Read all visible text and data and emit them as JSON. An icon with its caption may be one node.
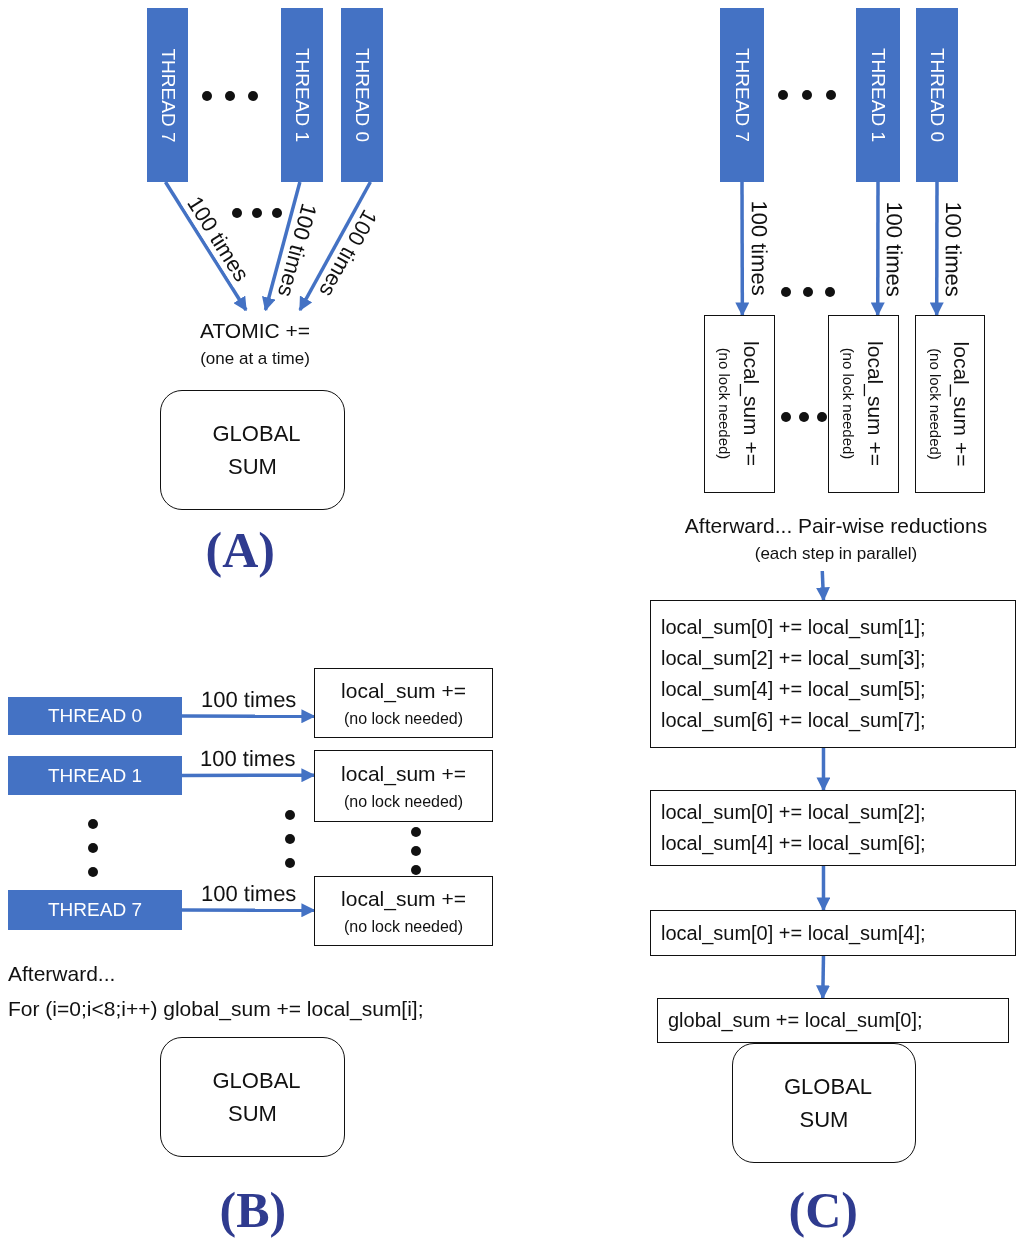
{
  "diagram": {
    "nodes": [
      {
        "text": [
          "THREAD 7"
        ]
      },
      {
        "text": [
          "THREAD 1"
        ]
      },
      {
        "text": [
          "THREAD 0"
        ]
      },
      {
        "text": [
          "ATOMIC +=",
          "(one at a time)"
        ]
      },
      {
        "text": [
          "GLOBAL SUM"
        ]
      },
      {
        "text": [
          "THREAD 7"
        ]
      },
      {
        "text": [
          "THREAD 1"
        ]
      },
      {
        "text": [
          "THREAD 0"
        ]
      },
      {
        "text": [
          "local_sum +=",
          "(no lock needed)"
        ]
      },
      {
        "text": [
          "local_sum +=",
          "(no lock needed)"
        ]
      },
      {
        "text": [
          "local_sum +=",
          "(no lock needed)"
        ]
      },
      {
        "text": [
          "Afterward... Pair-wise reductions",
          "(each step in parallel)"
        ]
      },
      {
        "text": [
          "local_sum[0] += local_sum[1];",
          "local_sum[2] += local_sum[3];",
          "local_sum[4] += local_sum[5];",
          "local_sum[6] += local_sum[7];"
        ]
      },
      {
        "text": [
          "local_sum[0] += local_sum[2];",
          "local_sum[4] += local_sum[6];"
        ]
      },
      {
        "text": [
          "local_sum[0] += local_sum[4];"
        ]
      },
      {
        "text": [
          "global_sum += local_sum[0];"
        ]
      },
      {
        "text": [
          "GLOBAL SUM"
        ]
      },
      {
        "text": [
          "THREAD 0"
        ]
      },
      {
        "text": [
          "local_sum +=",
          "(no lock needed)"
        ]
      },
      {
        "text": [
          "THREAD 1"
        ]
      },
      {
        "text": [
          "local_sum +=",
          "(no lock needed)"
        ]
      },
      {
        "text": [
          "THREAD 7"
        ]
      },
      {
        "text": [
          "local_sum +=",
          "(no lock needed)"
        ]
      },
      {
        "text": [
          "GLOBAL SUM"
        ]
      }
    ],
    "edges": [
      {
        "from": 0,
        "to": 3,
        "arrow": "to",
        "label": "100 times"
      },
      {
        "from": 1,
        "to": 3,
        "arrow": "to",
        "label": "100 times"
      },
      {
        "from": 2,
        "to": 3,
        "arrow": "to",
        "label": "100 times"
      },
      {
        "from": 5,
        "to": 8,
        "arrow": "to",
        "label": "100 times"
      },
      {
        "from": 6,
        "to": 9,
        "arrow": "to",
        "label": "100 times"
      },
      {
        "from": 7,
        "to": 10,
        "arrow": "to",
        "label": "100 times"
      },
      {
        "from": 11,
        "to": 12,
        "arrow": "to"
      },
      {
        "from": 12,
        "to": 13,
        "arrow": "to"
      },
      {
        "from": 13,
        "to": 14,
        "arrow": "to"
      },
      {
        "from": 14,
        "to": 15,
        "arrow": "to"
      },
      {
        "from": 17,
        "to": 18,
        "arrow": "to",
        "label": "100 times"
      },
      {
        "from": 19,
        "to": 20,
        "arrow": "to",
        "label": "100 times"
      },
      {
        "from": 21,
        "to": 22,
        "arrow": "to",
        "label": "100 times"
      }
    ],
    "labels": [
      "(A)",
      "Afterward...",
      "For (i=0;i<8;i++) global_sum += local_sum[i];",
      "(B)",
      "(C)"
    ]
  }
}
